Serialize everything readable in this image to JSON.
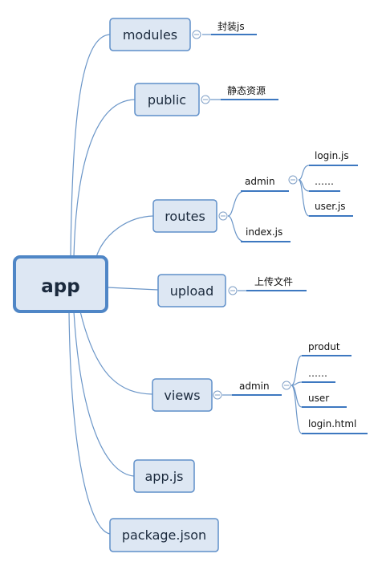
{
  "colors": {
    "box_fill": "#dde7f3",
    "box_stroke": "#5f8fc9",
    "root_stroke": "#4f86c6",
    "branch_line": "#6b96c8",
    "underline": "#3d78c0",
    "collapse": "#7f9fc6"
  },
  "diagram": {
    "root": {
      "label": "app"
    },
    "branches": [
      {
        "id": "modules",
        "label": "modules",
        "leaves": [
          "封装js"
        ]
      },
      {
        "id": "public",
        "label": "public",
        "leaves": [
          "静态资源"
        ]
      },
      {
        "id": "routes",
        "label": "routes",
        "children": [
          {
            "label": "admin",
            "leaves": [
              "login.js",
              "……",
              "user.js"
            ]
          },
          {
            "label": "index.js"
          }
        ]
      },
      {
        "id": "upload",
        "label": "upload",
        "leaves": [
          "上传文件"
        ]
      },
      {
        "id": "views",
        "label": "views",
        "children": [
          {
            "label": "admin",
            "leaves": [
              "produt",
              "……",
              "user",
              "login.html"
            ]
          }
        ]
      },
      {
        "id": "appjs",
        "label": "app.js"
      },
      {
        "id": "packagejson",
        "label": "package.json"
      }
    ]
  }
}
